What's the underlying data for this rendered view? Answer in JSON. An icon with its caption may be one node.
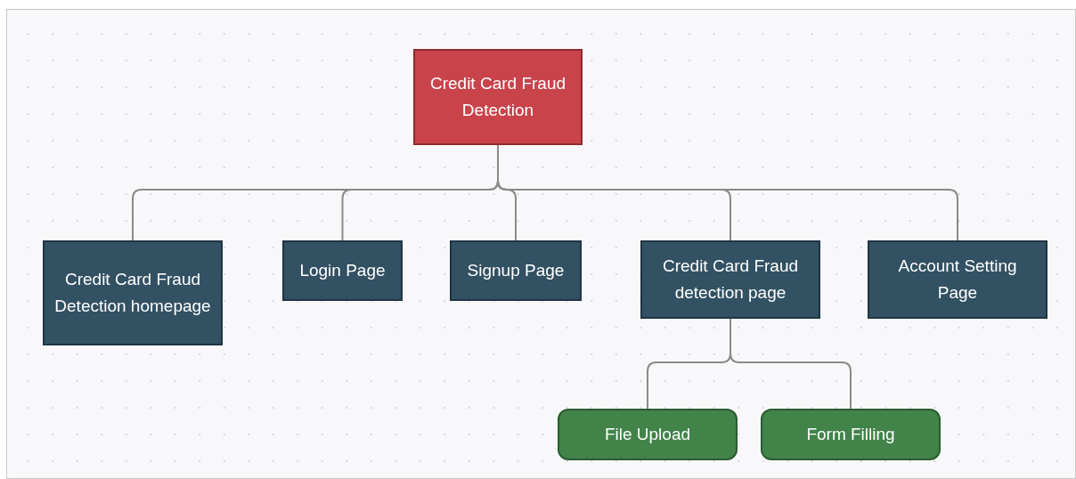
{
  "diagram": {
    "nodes": [
      {
        "text": [
          "Credit Card Fraud Detection"
        ]
      },
      {
        "text": [
          "Credit Card Fraud Detection homepage"
        ]
      },
      {
        "text": [
          "Login Page"
        ]
      },
      {
        "text": [
          "Signup Page"
        ]
      },
      {
        "text": [
          "Credit Card Fraud detection page"
        ]
      },
      {
        "text": [
          "Account Setting Page"
        ]
      },
      {
        "text": [
          "File Upload"
        ]
      },
      {
        "text": [
          "Form Filling"
        ]
      }
    ],
    "edges": [
      {
        "from": 0,
        "to": 1,
        "arrow": "none"
      },
      {
        "from": 0,
        "to": 2,
        "arrow": "none"
      },
      {
        "from": 0,
        "to": 3,
        "arrow": "none"
      },
      {
        "from": 0,
        "to": 4,
        "arrow": "none"
      },
      {
        "from": 0,
        "to": 5,
        "arrow": "none"
      },
      {
        "from": 4,
        "to": 6,
        "arrow": "none"
      },
      {
        "from": 4,
        "to": 7,
        "arrow": "none"
      }
    ]
  }
}
